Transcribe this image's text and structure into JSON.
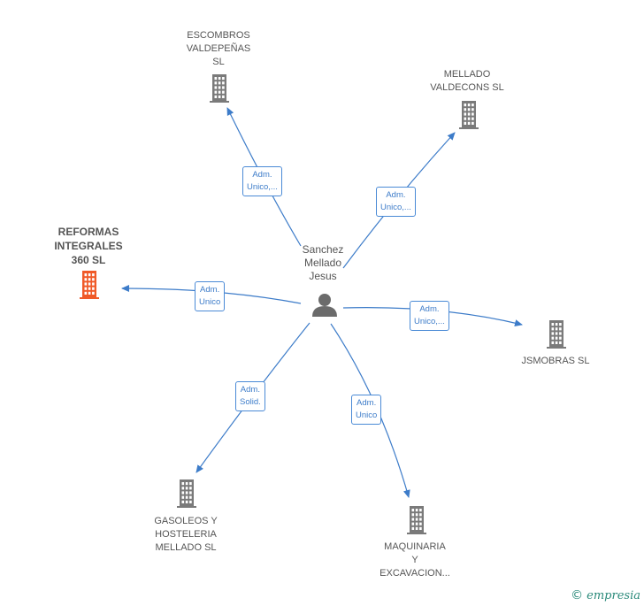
{
  "person": {
    "name": "Sanchez\nMellado\nJesus",
    "icon": "person-icon"
  },
  "companies": [
    {
      "id": "escombros",
      "name": "ESCOMBROS\nVALDEPEÑAS\nSL",
      "color": "#7a7a7a",
      "icon": "building-icon"
    },
    {
      "id": "mellado-valdecons",
      "name": "MELLADO\nVALDECONS SL",
      "color": "#7a7a7a",
      "icon": "building-icon"
    },
    {
      "id": "reformas",
      "name": "REFORMAS\nINTEGRALES\n360  SL",
      "color": "#f05a28",
      "icon": "building-icon",
      "highlighted": true
    },
    {
      "id": "jsmobras",
      "name": "JSMOBRAS  SL",
      "color": "#7a7a7a",
      "icon": "building-icon"
    },
    {
      "id": "gasoleos",
      "name": "GASOLEOS Y\nHOSTELERIA\nMELLADO  SL",
      "color": "#7a7a7a",
      "icon": "building-icon"
    },
    {
      "id": "maquinaria",
      "name": "MAQUINARIA\nY\nEXCAVACION...",
      "color": "#7a7a7a",
      "icon": "building-icon"
    }
  ],
  "edges": [
    {
      "to": "escombros",
      "label": "Adm.\nUnico,..."
    },
    {
      "to": "mellado-valdecons",
      "label": "Adm.\nUnico,..."
    },
    {
      "to": "reformas",
      "label": "Adm.\nUnico"
    },
    {
      "to": "jsmobras",
      "label": "Adm.\nUnico,..."
    },
    {
      "to": "gasoleos",
      "label": "Adm.\nSolid."
    },
    {
      "to": "maquinaria",
      "label": "Adm.\nUnico"
    }
  ],
  "brand": {
    "copyright": "©",
    "name": "empresia"
  },
  "colors": {
    "edge": "#3d7cc9",
    "node": "#7a7a7a",
    "highlight": "#f05a28"
  }
}
